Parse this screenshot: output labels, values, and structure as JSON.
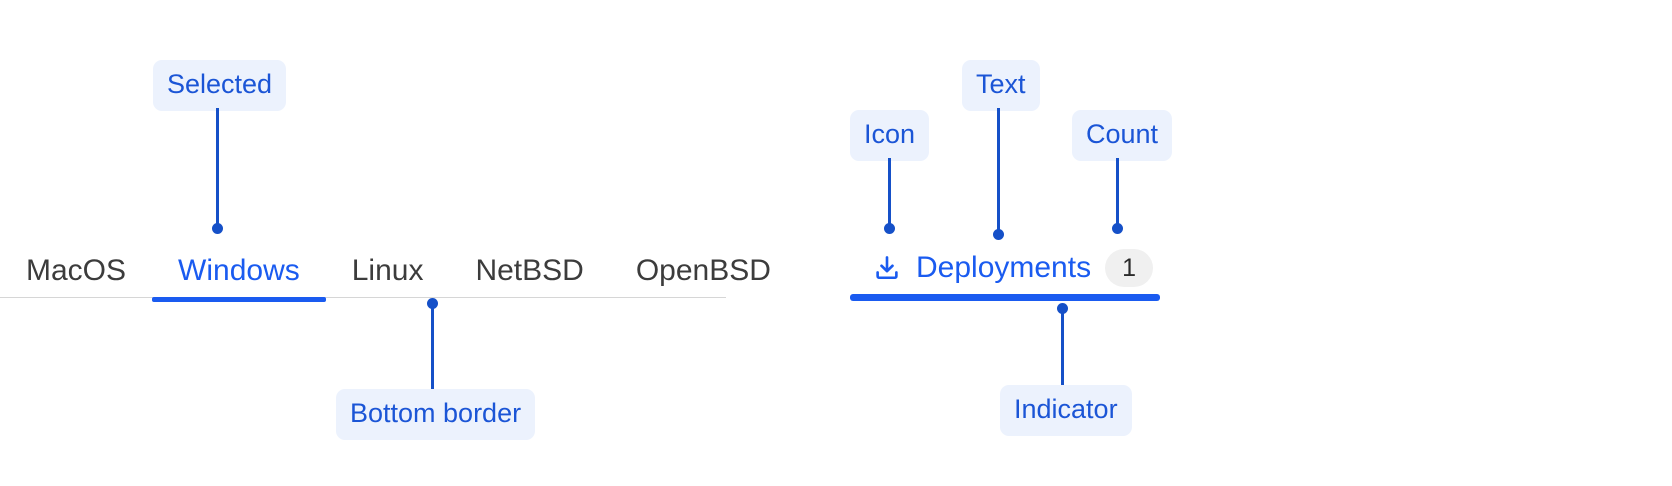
{
  "colors": {
    "accent_blue": "#1a5bf0",
    "annotation_text": "#1b55d6",
    "annotation_bg": "#ecf2fd",
    "leader_line": "#1550c8",
    "tab_text": "#3c3c3c",
    "divider": "#d6d6d6",
    "badge_bg": "#f0f0f0",
    "badge_text": "#2b2b2b",
    "page_bg": "#ffffff"
  },
  "left_component": {
    "name": "tab-bar",
    "tabs": [
      {
        "label": "MacOS",
        "selected": false
      },
      {
        "label": "Windows",
        "selected": true
      },
      {
        "label": "Linux",
        "selected": false
      },
      {
        "label": "NetBSD",
        "selected": false
      },
      {
        "label": "OpenBSD",
        "selected": false
      }
    ],
    "annotations": [
      {
        "label": "Selected",
        "position": "above",
        "target": "selected-tab"
      },
      {
        "label": "Bottom border",
        "position": "below",
        "target": "tabbar-divider"
      }
    ]
  },
  "right_component": {
    "name": "deployments-tab",
    "icon": "download-tray-icon",
    "label": "Deployments",
    "count": "1",
    "selected": true,
    "annotations": [
      {
        "label": "Icon",
        "position": "above",
        "target": "deploy-icon"
      },
      {
        "label": "Text",
        "position": "above",
        "target": "deploy-label"
      },
      {
        "label": "Count",
        "position": "above",
        "target": "deploy-count"
      },
      {
        "label": "Indicator",
        "position": "below",
        "target": "deploy-indicator"
      }
    ]
  }
}
